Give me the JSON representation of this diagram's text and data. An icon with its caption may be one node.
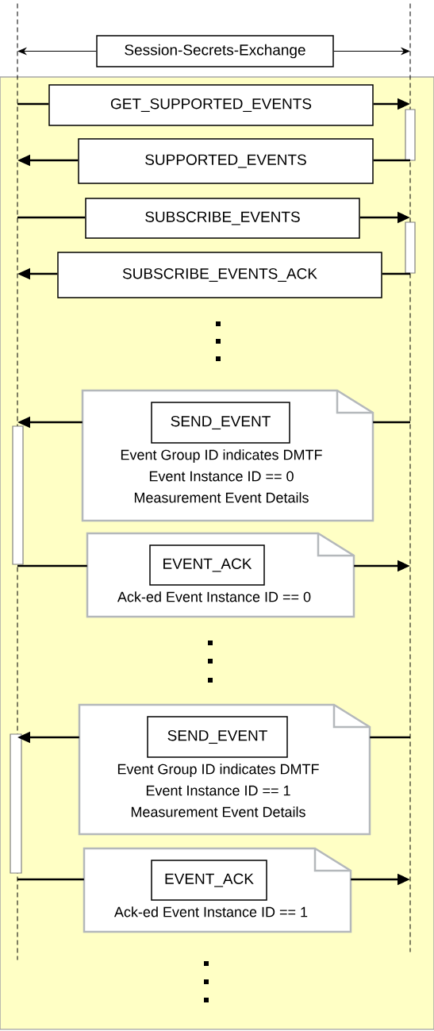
{
  "diagram": {
    "nodes": [
      {
        "text": [],
        "shape": "line"
      },
      {
        "text": [],
        "shape": "line"
      },
      {
        "text": [
          "Session-Secrets-Exchange"
        ]
      },
      {
        "text": [
          "GET_SUPPORTED_EVENTS"
        ]
      },
      {
        "text": [
          "SUPPORTED_EVENTS"
        ]
      },
      {
        "text": [
          "SUBSCRIBE_EVENTS"
        ]
      },
      {
        "text": [
          "SUBSCRIBE_EVENTS_ACK"
        ]
      },
      {
        "text": [
          "Event Group ID indicates DMTF",
          "Event Instance ID == 0",
          "Measurement Event Details"
        ]
      },
      {
        "text": [
          "SEND_EVENT"
        ],
        "in": 7
      },
      {
        "text": [
          "Ack-ed Event Instance ID == 0"
        ]
      },
      {
        "text": [
          "EVENT_ACK"
        ],
        "in": 9
      },
      {
        "text": [
          "Event Group ID indicates DMTF",
          "Event Instance ID == 1",
          "Measurement Event Details"
        ]
      },
      {
        "text": [
          "SEND_EVENT"
        ],
        "in": 11
      },
      {
        "text": [
          "Ack-ed Event Instance ID == 1"
        ]
      },
      {
        "text": [
          "EVENT_ACK"
        ],
        "in": 13
      },
      {
        "text": [],
        "shape": "bar"
      },
      {
        "text": [],
        "shape": "bar"
      },
      {
        "text": [],
        "shape": "bar"
      },
      {
        "text": [],
        "shape": "bar"
      }
    ],
    "edges": [
      {
        "from": 2,
        "to": 0,
        "arrow": "to"
      },
      {
        "from": 2,
        "to": 1,
        "arrow": "to"
      },
      {
        "from": 0,
        "to": 3,
        "arrow": "none"
      },
      {
        "from": 3,
        "to": 1,
        "arrow": "to"
      },
      {
        "from": 1,
        "to": 4,
        "arrow": "none"
      },
      {
        "from": 4,
        "to": 0,
        "arrow": "to"
      },
      {
        "from": 0,
        "to": 5,
        "arrow": "none"
      },
      {
        "from": 5,
        "to": 1,
        "arrow": "to"
      },
      {
        "from": 1,
        "to": 6,
        "arrow": "none"
      },
      {
        "from": 6,
        "to": 0,
        "arrow": "to"
      },
      {
        "from": 1,
        "to": 7,
        "arrow": "none"
      },
      {
        "from": 7,
        "to": 0,
        "arrow": "to"
      },
      {
        "from": 0,
        "to": 9,
        "arrow": "none"
      },
      {
        "from": 9,
        "to": 1,
        "arrow": "to"
      },
      {
        "from": 1,
        "to": 11,
        "arrow": "none"
      },
      {
        "from": 11,
        "to": 0,
        "arrow": "to"
      },
      {
        "from": 0,
        "to": 13,
        "arrow": "none"
      },
      {
        "from": 13,
        "to": 1,
        "arrow": "to"
      }
    ]
  }
}
